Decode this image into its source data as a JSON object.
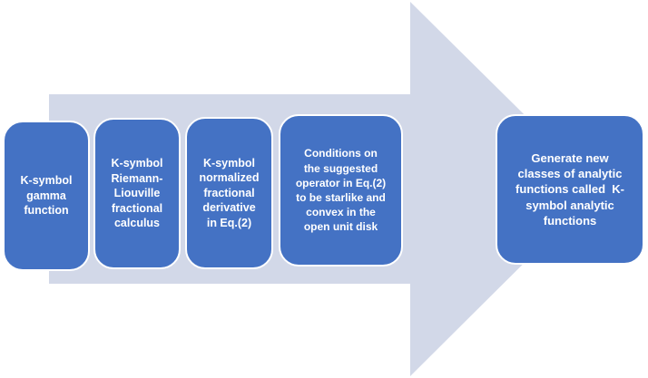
{
  "diagram": {
    "type": "process-flow",
    "background_color": "#ffffff",
    "arrow": {
      "direction": "right",
      "fill": "#d2d8e8"
    },
    "box": {
      "fill": "#4472c4",
      "border_color": "#ffffff",
      "text_color": "#ffffff"
    },
    "steps": [
      {
        "label": "K-symbol\ngamma\nfunction"
      },
      {
        "label": "K-symbol\nRiemann-\nLiouville\nfractional\ncalculus"
      },
      {
        "label": "K-symbol\nnormalized\nfractional\nderivative\nin Eq.(2)"
      },
      {
        "label": "Conditions on\nthe suggested\noperator in Eq.(2)\nto be starlike and\nconvex in the\nopen unit disk"
      },
      {
        "label": "Generate new\nclasses of analytic\nfunctions called  K-\nsymbol analytic\nfunctions"
      }
    ]
  }
}
